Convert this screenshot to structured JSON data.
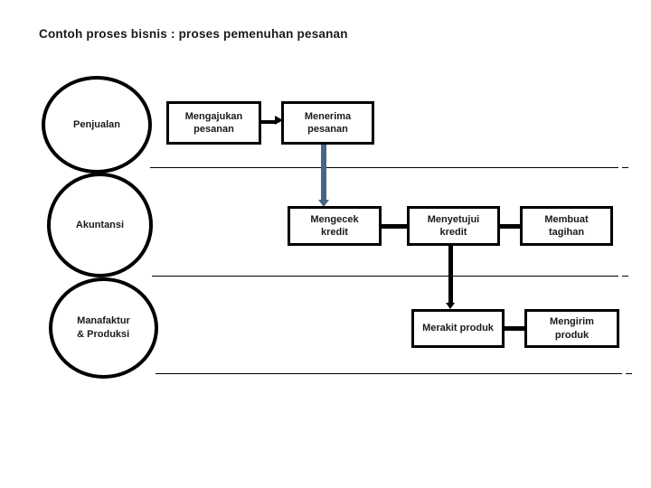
{
  "title": "Contoh proses bisnis : proses pemenuhan pesanan",
  "lanes": [
    {
      "label": "Penjualan",
      "steps": [
        "Mengajukan\npesanan",
        "Menerima\npesanan"
      ]
    },
    {
      "label": "Akuntansi",
      "steps": [
        "Mengecek\nkredit",
        "Menyetujui\nkredit",
        "Membuat\ntagihan"
      ]
    },
    {
      "label": "Manafaktur\n& Produksi",
      "steps": [
        "Merakit produk",
        "Mengirim\nproduk"
      ]
    }
  ],
  "colors": {
    "connector_blue": "#466589",
    "shape_line": "#000000",
    "text": "#1a1a1a",
    "background": "#ffffff"
  }
}
